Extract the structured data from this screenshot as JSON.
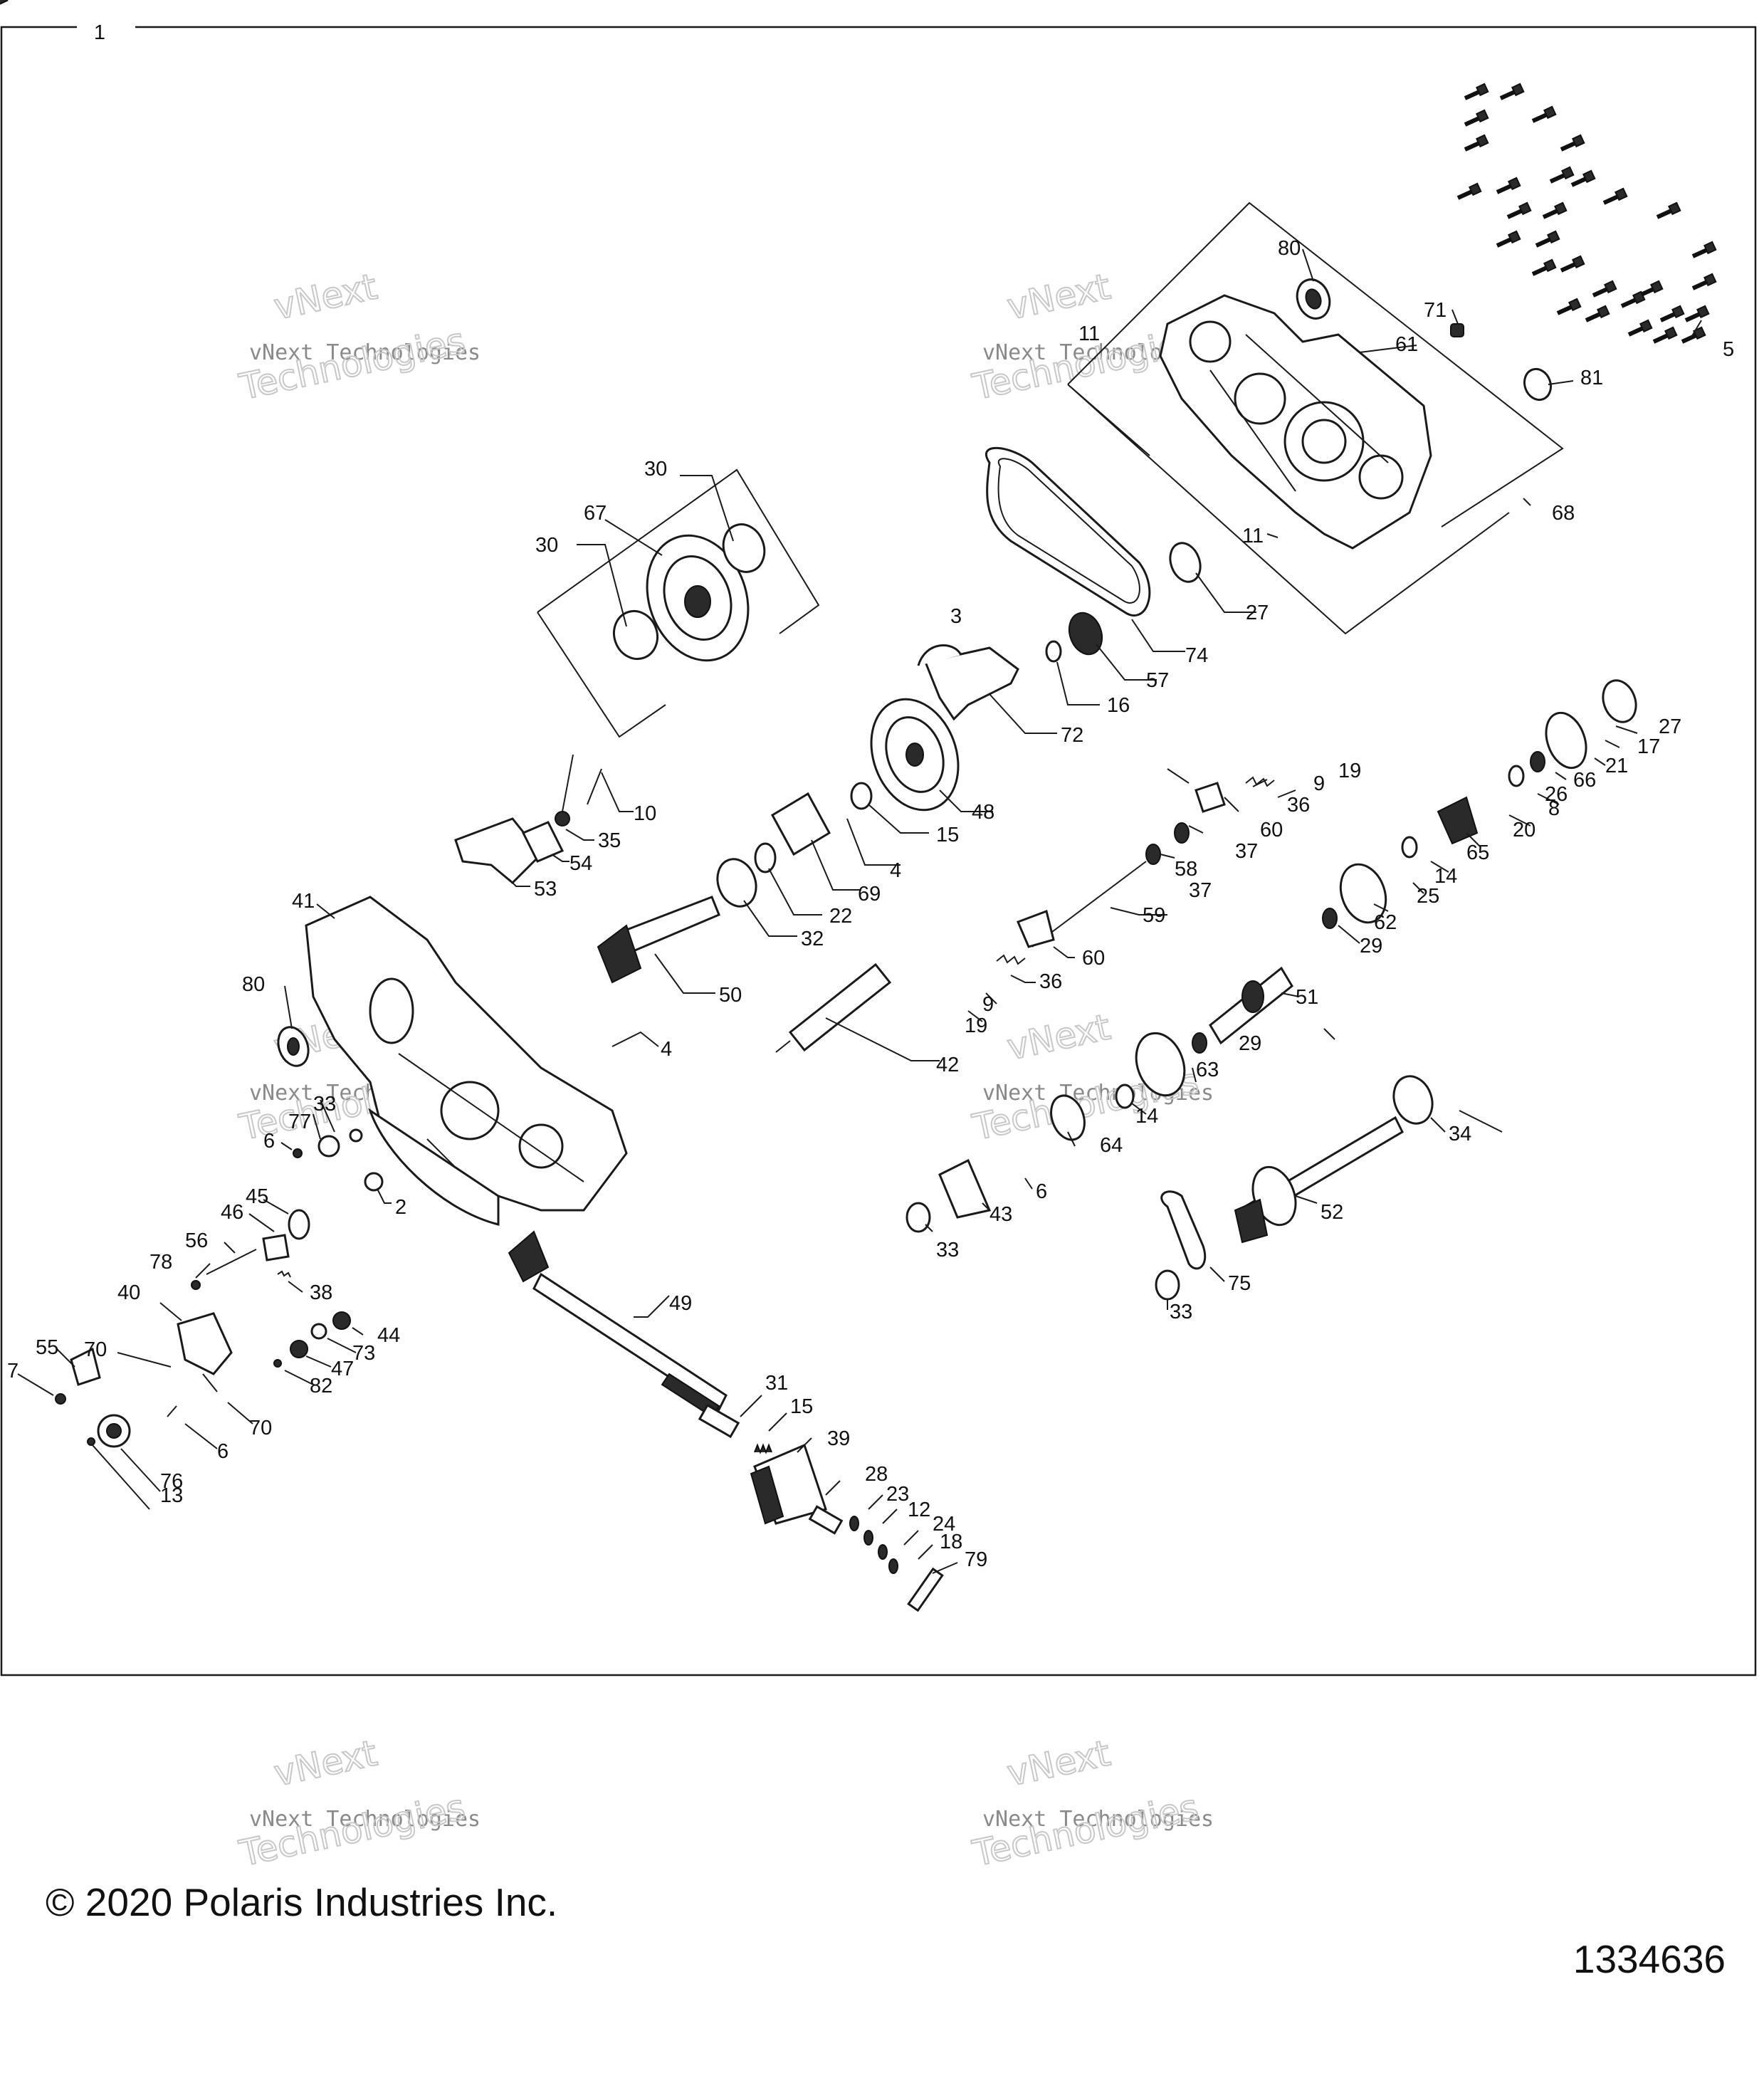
{
  "diagram": {
    "group_number": "1",
    "copyright": "© 2020 Polaris Industries Inc.",
    "diagram_id": "1334636",
    "watermark_line1": "vNext",
    "watermark_line2": "vNext Technologies",
    "watermark_line3": "Technologies"
  },
  "callouts": [
    {
      "id": "c1",
      "label": "30"
    },
    {
      "id": "c2",
      "label": "67"
    },
    {
      "id": "c3",
      "label": "30"
    },
    {
      "id": "c4",
      "label": "80"
    },
    {
      "id": "c5",
      "label": "71"
    },
    {
      "id": "c6",
      "label": "11"
    },
    {
      "id": "c7",
      "label": "61"
    },
    {
      "id": "c8",
      "label": "5"
    },
    {
      "id": "c9",
      "label": "81"
    },
    {
      "id": "c10",
      "label": "68"
    },
    {
      "id": "c11",
      "label": "11"
    },
    {
      "id": "c12",
      "label": "27"
    },
    {
      "id": "c13",
      "label": "3"
    },
    {
      "id": "c14",
      "label": "74"
    },
    {
      "id": "c15",
      "label": "57"
    },
    {
      "id": "c16",
      "label": "16"
    },
    {
      "id": "c17",
      "label": "72"
    },
    {
      "id": "c18",
      "label": "48"
    },
    {
      "id": "c19",
      "label": "15"
    },
    {
      "id": "c20",
      "label": "4"
    },
    {
      "id": "c21",
      "label": "69"
    },
    {
      "id": "c22",
      "label": "22"
    },
    {
      "id": "c23",
      "label": "32"
    },
    {
      "id": "c24",
      "label": "50"
    },
    {
      "id": "c25",
      "label": "10"
    },
    {
      "id": "c26",
      "label": "35"
    },
    {
      "id": "c27",
      "label": "54"
    },
    {
      "id": "c28",
      "label": "53"
    },
    {
      "id": "c29",
      "label": "41"
    },
    {
      "id": "c30",
      "label": "80"
    },
    {
      "id": "c31",
      "label": "4"
    },
    {
      "id": "c32",
      "label": "42"
    },
    {
      "id": "c33",
      "label": "33"
    },
    {
      "id": "c34",
      "label": "77"
    },
    {
      "id": "c35",
      "label": "6"
    },
    {
      "id": "c36",
      "label": "2"
    },
    {
      "id": "c37",
      "label": "45"
    },
    {
      "id": "c38",
      "label": "46"
    },
    {
      "id": "c39",
      "label": "56"
    },
    {
      "id": "c40",
      "label": "78"
    },
    {
      "id": "c41",
      "label": "38"
    },
    {
      "id": "c42",
      "label": "40"
    },
    {
      "id": "c43",
      "label": "44"
    },
    {
      "id": "c44",
      "label": "73"
    },
    {
      "id": "c45",
      "label": "47"
    },
    {
      "id": "c46",
      "label": "82"
    },
    {
      "id": "c47",
      "label": "70"
    },
    {
      "id": "c48",
      "label": "55"
    },
    {
      "id": "c49",
      "label": "7"
    },
    {
      "id": "c50",
      "label": "70"
    },
    {
      "id": "c51",
      "label": "6"
    },
    {
      "id": "c52",
      "label": "76"
    },
    {
      "id": "c53",
      "label": "13"
    },
    {
      "id": "c54",
      "label": "49"
    },
    {
      "id": "c55",
      "label": "31"
    },
    {
      "id": "c56",
      "label": "15"
    },
    {
      "id": "c57",
      "label": "39"
    },
    {
      "id": "c58",
      "label": "28"
    },
    {
      "id": "c59",
      "label": "23"
    },
    {
      "id": "c60",
      "label": "12"
    },
    {
      "id": "c61",
      "label": "24"
    },
    {
      "id": "c62",
      "label": "18"
    },
    {
      "id": "c63",
      "label": "79"
    },
    {
      "id": "c64",
      "label": "19"
    },
    {
      "id": "c65",
      "label": "9"
    },
    {
      "id": "c66",
      "label": "36"
    },
    {
      "id": "c67",
      "label": "60"
    },
    {
      "id": "c68",
      "label": "37"
    },
    {
      "id": "c69",
      "label": "58"
    },
    {
      "id": "c70",
      "label": "37"
    },
    {
      "id": "c71",
      "label": "59"
    },
    {
      "id": "c72",
      "label": "60"
    },
    {
      "id": "c73",
      "label": "36"
    },
    {
      "id": "c74",
      "label": "9"
    },
    {
      "id": "c75",
      "label": "19"
    },
    {
      "id": "c76",
      "label": "27"
    },
    {
      "id": "c77",
      "label": "17"
    },
    {
      "id": "c78",
      "label": "21"
    },
    {
      "id": "c79",
      "label": "66"
    },
    {
      "id": "c80",
      "label": "26"
    },
    {
      "id": "c81",
      "label": "8"
    },
    {
      "id": "c82",
      "label": "20"
    },
    {
      "id": "c83",
      "label": "65"
    },
    {
      "id": "c84",
      "label": "14"
    },
    {
      "id": "c85",
      "label": "25"
    },
    {
      "id": "c86",
      "label": "62"
    },
    {
      "id": "c87",
      "label": "29"
    },
    {
      "id": "c88",
      "label": "51"
    },
    {
      "id": "c89",
      "label": "29"
    },
    {
      "id": "c90",
      "label": "63"
    },
    {
      "id": "c91",
      "label": "14"
    },
    {
      "id": "c92",
      "label": "64"
    },
    {
      "id": "c93",
      "label": "6"
    },
    {
      "id": "c94",
      "label": "43"
    },
    {
      "id": "c95",
      "label": "33"
    },
    {
      "id": "c96",
      "label": "34"
    },
    {
      "id": "c97",
      "label": "52"
    },
    {
      "id": "c98",
      "label": "75"
    },
    {
      "id": "c99",
      "label": "33"
    }
  ]
}
